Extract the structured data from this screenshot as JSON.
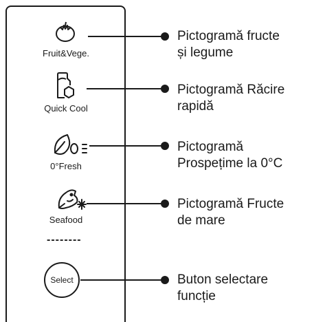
{
  "icons": [
    {
      "id": "fruit",
      "label": "Fruit&Vege.",
      "icon": "tomato-icon"
    },
    {
      "id": "quickcool",
      "label": "Quick Cool",
      "icon": "bottle-cup-icon"
    },
    {
      "id": "fresh",
      "label": "0°Fresh",
      "icon": "leaf-zero-icon"
    },
    {
      "id": "seafood",
      "label": "Seafood",
      "icon": "fish-snowflake-icon"
    }
  ],
  "separator": "--------",
  "select_button": {
    "label": "Select"
  },
  "callouts": [
    {
      "line1": "Pictogramă fructe",
      "line2": "și legume"
    },
    {
      "line1": "Pictogramă Răcire",
      "line2": "rapidă"
    },
    {
      "line1": "Pictogramă",
      "line2": "Prospețime la 0°C"
    },
    {
      "line1": "Pictogramă Fructe",
      "line2": "de mare"
    },
    {
      "line1": "Buton selectare",
      "line2": "funcție"
    }
  ],
  "colors": {
    "stroke": "#1a1a1a",
    "background": "#ffffff"
  }
}
